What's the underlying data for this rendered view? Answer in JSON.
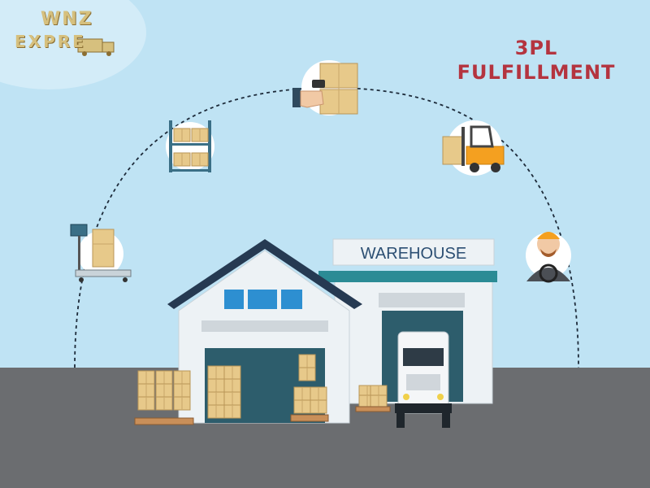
{
  "logo": {
    "line1": "WNZ",
    "line2": "EXPRE"
  },
  "headline": {
    "line1": "3PL",
    "line2": "FULFILLMENT"
  },
  "warehouse_sign": "WAREHOUSE",
  "colors": {
    "sky": "#bfe3f4",
    "ground": "#6b6d70",
    "title_red": "#b4343f",
    "roof_navy": "#263a52",
    "teal_roof": "#2b8b95",
    "box_tan": "#e7c98a",
    "forklift_orange": "#f4a020"
  },
  "icons": [
    "scale-icon",
    "shelving-icon",
    "barcode-scanner-icon",
    "forklift-icon",
    "driver-icon"
  ]
}
